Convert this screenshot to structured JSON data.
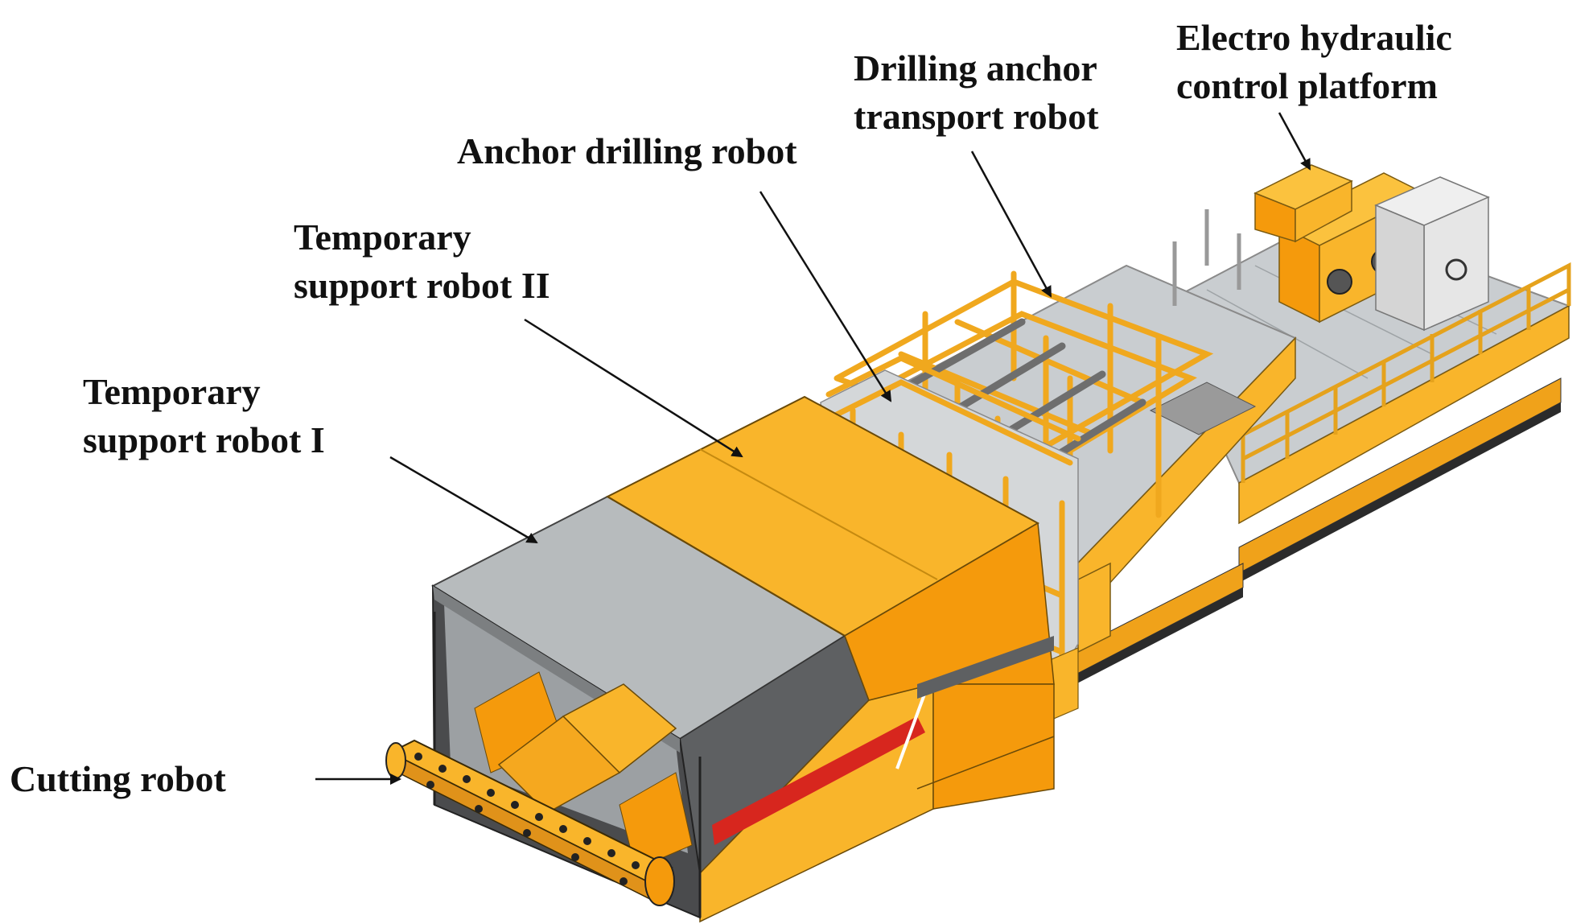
{
  "labels": {
    "electro_hydraulic": [
      "Electro hydraulic",
      "control platform"
    ],
    "drilling_anchor_transport": [
      "Drilling anchor",
      "transport robot"
    ],
    "anchor_drilling": [
      "Anchor drilling robot"
    ],
    "temp_support_2": [
      "Temporary",
      "support robot II"
    ],
    "temp_support_1": [
      "Temporary",
      "support robot I"
    ],
    "cutting": [
      "Cutting robot"
    ]
  },
  "colors": {
    "yellow": "#F9B52B",
    "orange": "#F59A0C",
    "grey_roof": "#B7BBBD",
    "dark_grey": "#5E6062",
    "red_stripe": "#D7261E",
    "floor_grey": "#C9CDD0"
  }
}
